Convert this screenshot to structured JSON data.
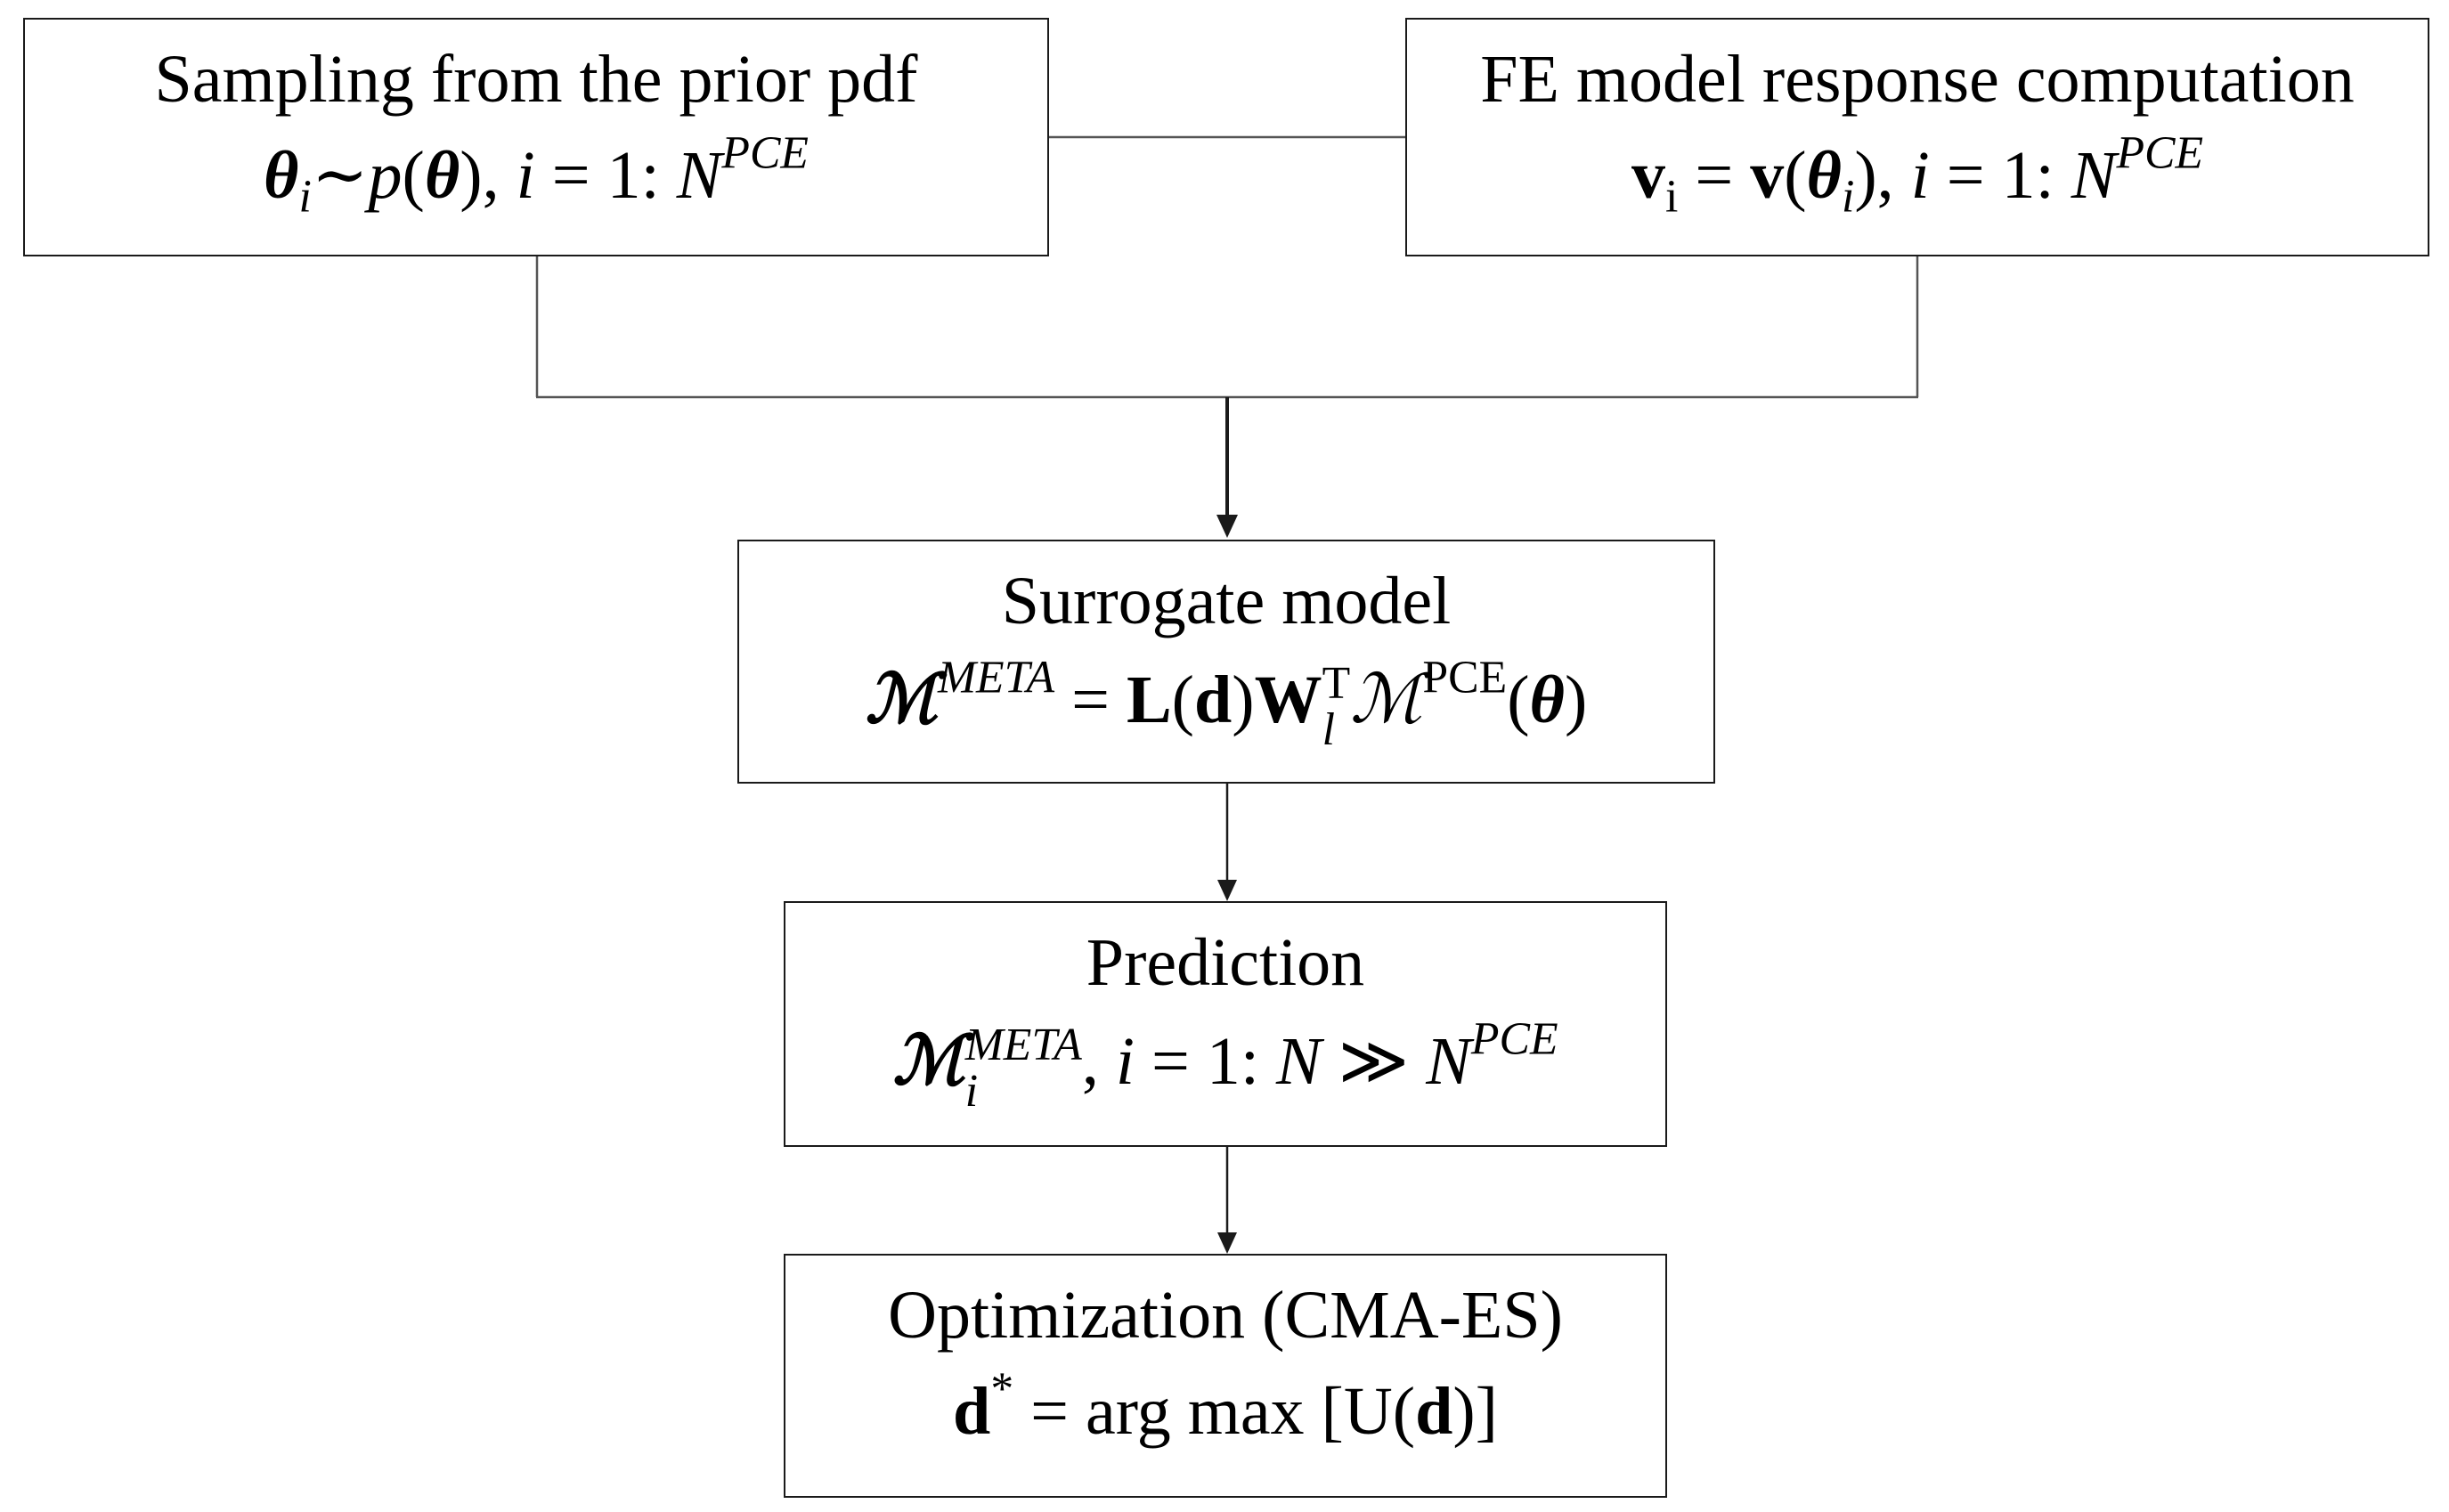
{
  "nodes": {
    "sampling": {
      "title": "Sampling from the prior pdf",
      "formula": "θi∼p(θ), i = 1:N^PCE"
    },
    "fe_model": {
      "title": "FE model response computation",
      "formula": "vi = v(θi), i = 1:N^PCE"
    },
    "surrogate": {
      "title": "Surrogate model",
      "formula": "M^META = L(d)Wl^T M^PCE(θ)"
    },
    "prediction": {
      "title": "Prediction",
      "formula": "Mi^META, i = 1:N ≫ N^PCE"
    },
    "optimization": {
      "title": "Optimization (CMA-ES)",
      "formula": "d* = arg max [U(d)]"
    }
  },
  "edges": [
    {
      "from": "sampling",
      "to": "fe_model"
    },
    {
      "from": "sampling",
      "to": "surrogate"
    },
    {
      "from": "fe_model",
      "to": "surrogate"
    },
    {
      "from": "surrogate",
      "to": "prediction"
    },
    {
      "from": "prediction",
      "to": "optimization"
    }
  ],
  "symbols": {
    "theta": "θ",
    "tilde": "∼",
    "p": "p",
    "i": "i",
    "eq": "=",
    "one": "1",
    "N": "N",
    "PCE": "PCE",
    "v": "v",
    "vsub": "i",
    "M": "ℳ",
    "META": "META",
    "L": "L",
    "d": "d",
    "W": "W",
    "l": "l",
    "T": "T",
    "gg": "≫",
    "star": "*",
    "argmax": "arg max",
    "U": "U"
  }
}
